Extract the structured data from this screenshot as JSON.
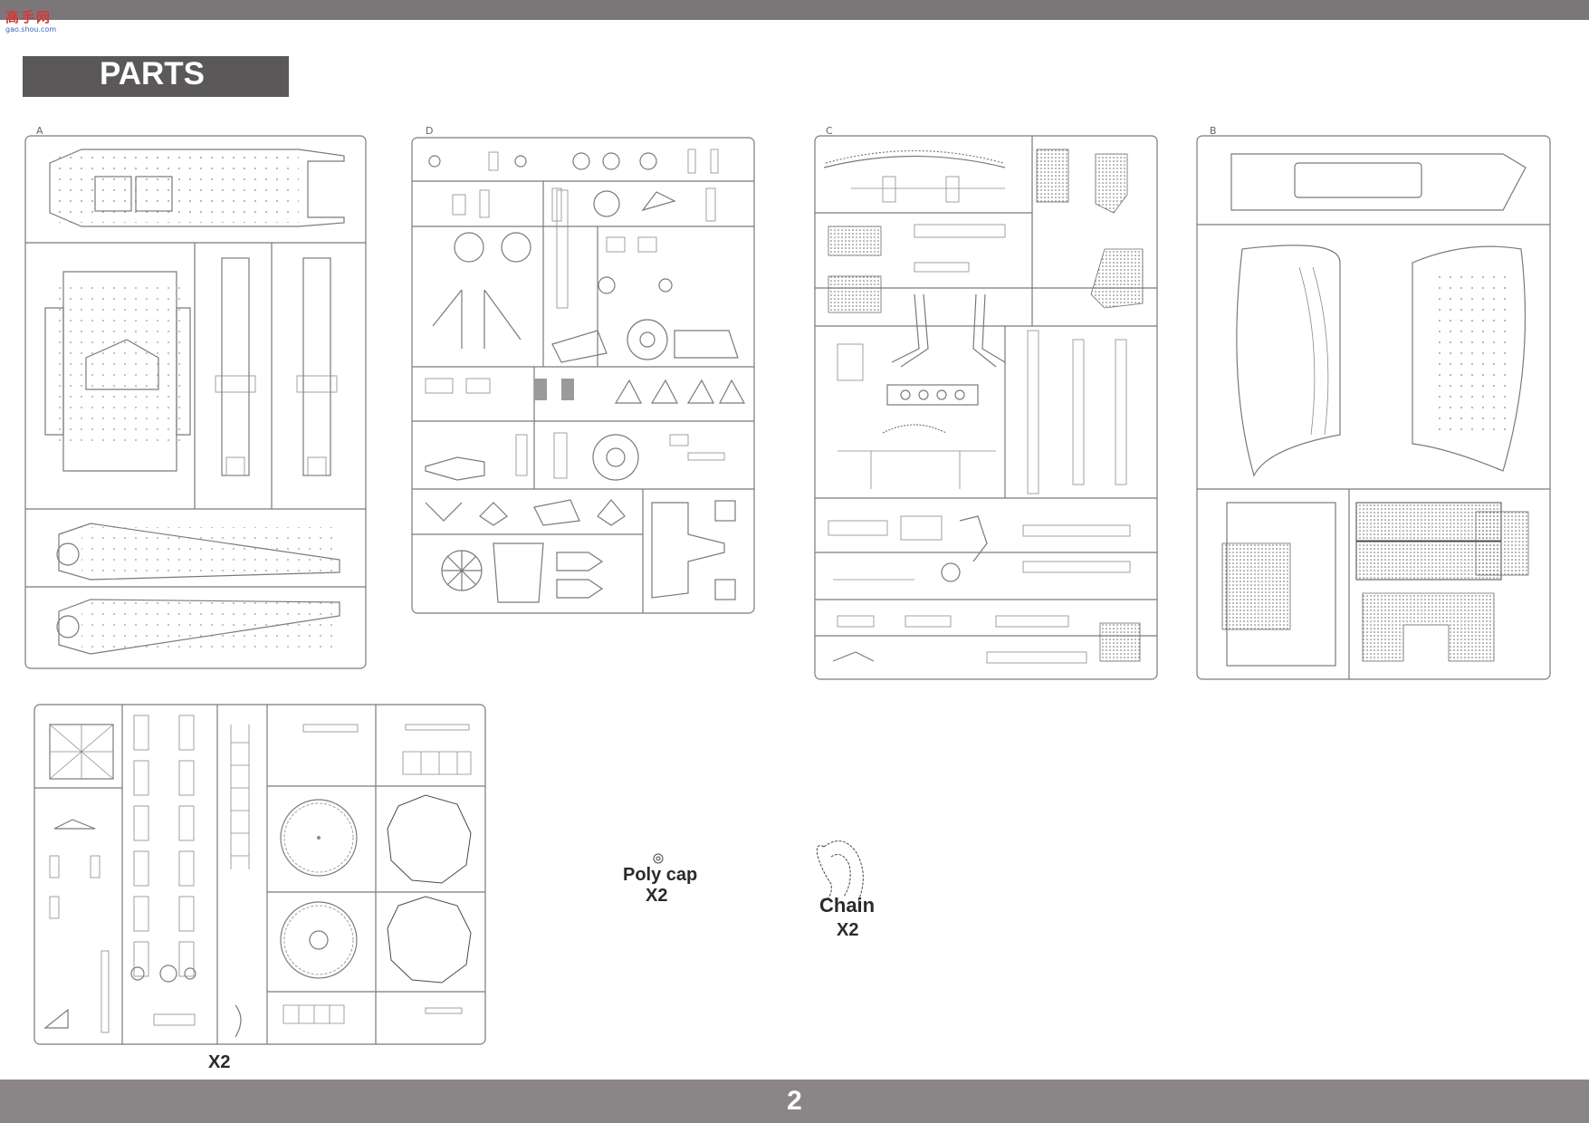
{
  "page": {
    "title": "PARTS",
    "page_number": "2"
  },
  "watermark": {
    "text": "高手网",
    "url": "gao.shou.com"
  },
  "sprues": [
    {
      "letter": "A"
    },
    {
      "letter": "D"
    },
    {
      "letter": "C"
    },
    {
      "letter": "B"
    },
    {
      "letter": "",
      "quantity": "X2"
    }
  ],
  "extras": {
    "poly_cap": {
      "label": "Poly cap",
      "quantity": "X2"
    },
    "chain": {
      "label": "Chain",
      "quantity": "X2"
    }
  }
}
